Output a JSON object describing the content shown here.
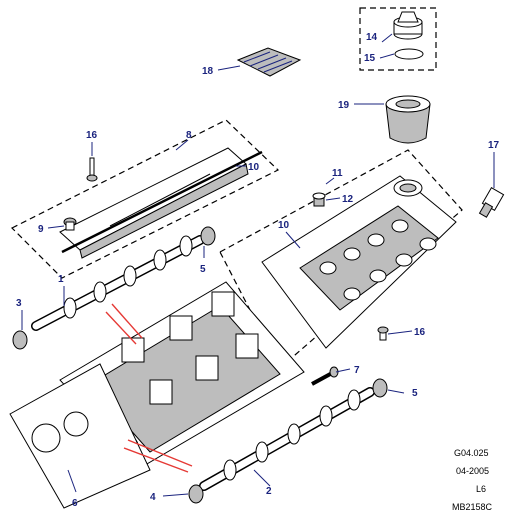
{
  "callouts": [
    {
      "id": "c1",
      "text": "1"
    },
    {
      "id": "c2",
      "text": "2"
    },
    {
      "id": "c3",
      "text": "3"
    },
    {
      "id": "c4",
      "text": "4"
    },
    {
      "id": "c5a",
      "text": "5"
    },
    {
      "id": "c5b",
      "text": "5"
    },
    {
      "id": "c6",
      "text": "6"
    },
    {
      "id": "c7",
      "text": "7"
    },
    {
      "id": "c8",
      "text": "8"
    },
    {
      "id": "c9",
      "text": "9"
    },
    {
      "id": "c10a",
      "text": "10"
    },
    {
      "id": "c10b",
      "text": "10"
    },
    {
      "id": "c11",
      "text": "11"
    },
    {
      "id": "c12",
      "text": "12"
    },
    {
      "id": "c14",
      "text": "14"
    },
    {
      "id": "c15",
      "text": "15"
    },
    {
      "id": "c16a",
      "text": "16"
    },
    {
      "id": "c16b",
      "text": "16"
    },
    {
      "id": "c17",
      "text": "17"
    },
    {
      "id": "c18",
      "text": "18"
    },
    {
      "id": "c19",
      "text": "19"
    }
  ],
  "meta": {
    "line1": "G04.025",
    "line2": "04-2005",
    "line3": "L6",
    "line4": "MB2158C"
  }
}
